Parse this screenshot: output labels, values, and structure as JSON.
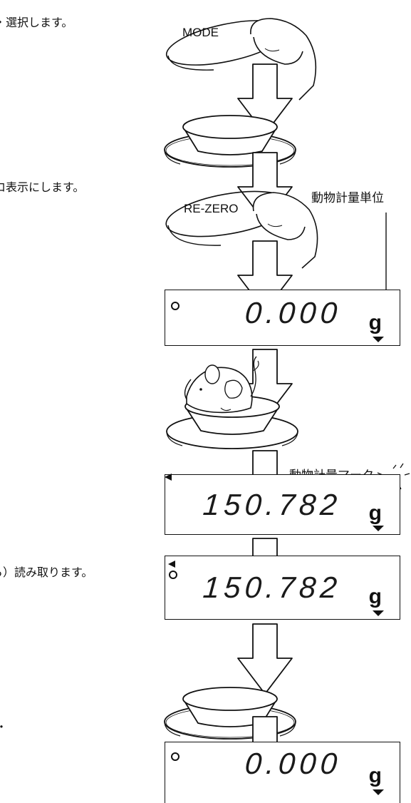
{
  "instructions": {
    "step1_fragment": "・選択します。",
    "step2_fragment": "ロ表示にします。",
    "step3_fragment": "ら）読み取ります。",
    "step4_fragment": "・"
  },
  "buttons": {
    "mode_label": "MODE",
    "rezero_label": "RE-ZERO"
  },
  "callouts": {
    "animal_unit_label": "動物計量単位",
    "animal_mark_label": "動物計量マーク"
  },
  "displays": [
    {
      "value": "0.000",
      "unit": "g"
    },
    {
      "value": "150.782",
      "unit": "g"
    },
    {
      "value": "150.782",
      "unit": "g"
    },
    {
      "value": "0.000",
      "unit": "g"
    }
  ],
  "colors": {
    "ink": "#111111",
    "background": "#ffffff"
  }
}
